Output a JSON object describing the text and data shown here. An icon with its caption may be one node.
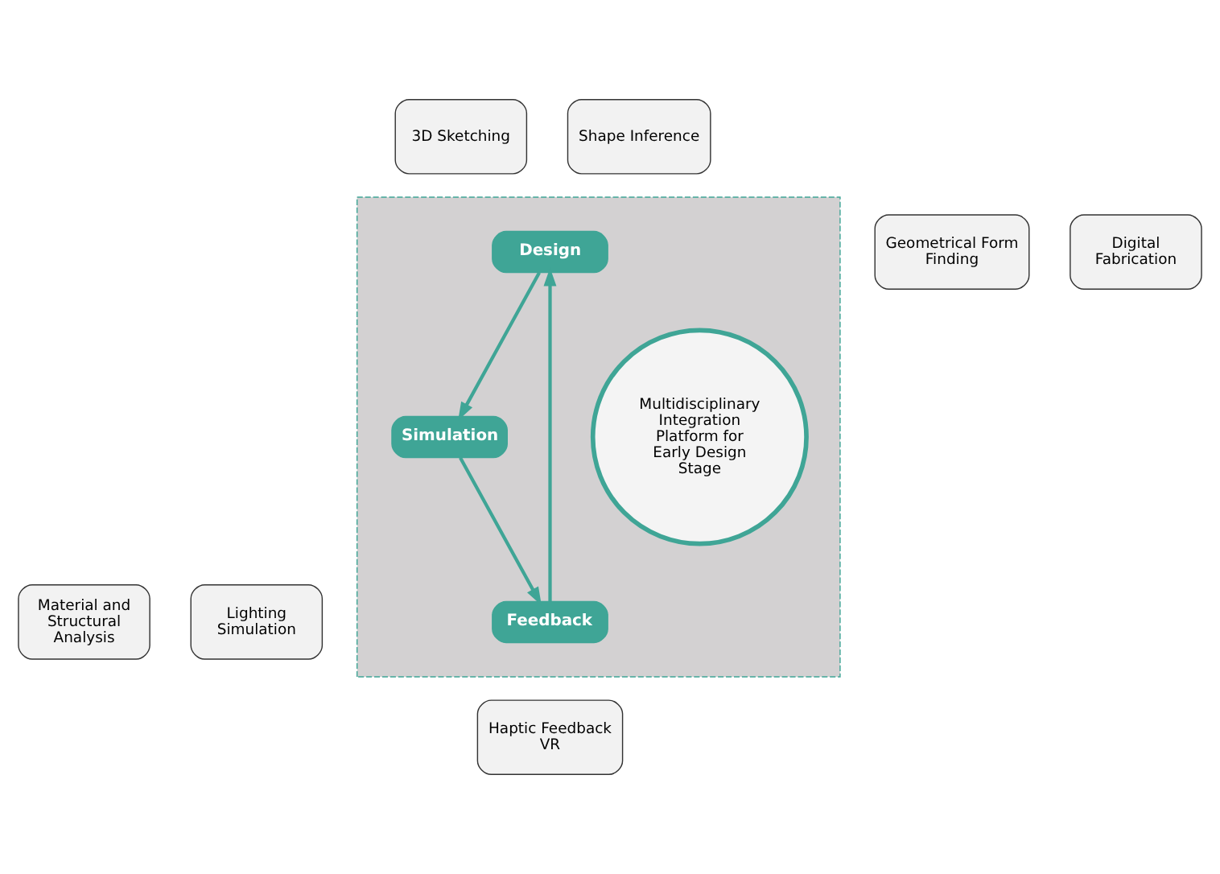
{
  "diagram": {
    "nodes": [
      {
        "text": [],
        "shape": "box"
      },
      {
        "text": [
          "3D Sketching"
        ]
      },
      {
        "text": [
          "Shape Inference"
        ]
      },
      {
        "text": [
          "Design"
        ],
        "in": 0
      },
      {
        "text": [
          "Geometrical Form Finding"
        ]
      },
      {
        "text": [
          "Multidisciplinary Integration Platform for Early Design Stage"
        ],
        "in": 0
      },
      {
        "text": [
          "Digital Fabrication"
        ]
      },
      {
        "text": [
          "Feedback"
        ],
        "in": 0
      },
      {
        "text": [
          "Simulation"
        ],
        "in": 0
      },
      {
        "text": [
          "Material and Structural Analysis"
        ]
      },
      {
        "text": [
          "Haptic Feedback VR"
        ]
      },
      {
        "text": [
          "Lighting Simulation"
        ]
      }
    ],
    "edges": [
      {
        "from": 3,
        "to": 8,
        "arrow": "to"
      },
      {
        "from": 8,
        "to": 7,
        "arrow": "to"
      },
      {
        "from": 7,
        "to": 3,
        "arrow": "to"
      }
    ]
  }
}
